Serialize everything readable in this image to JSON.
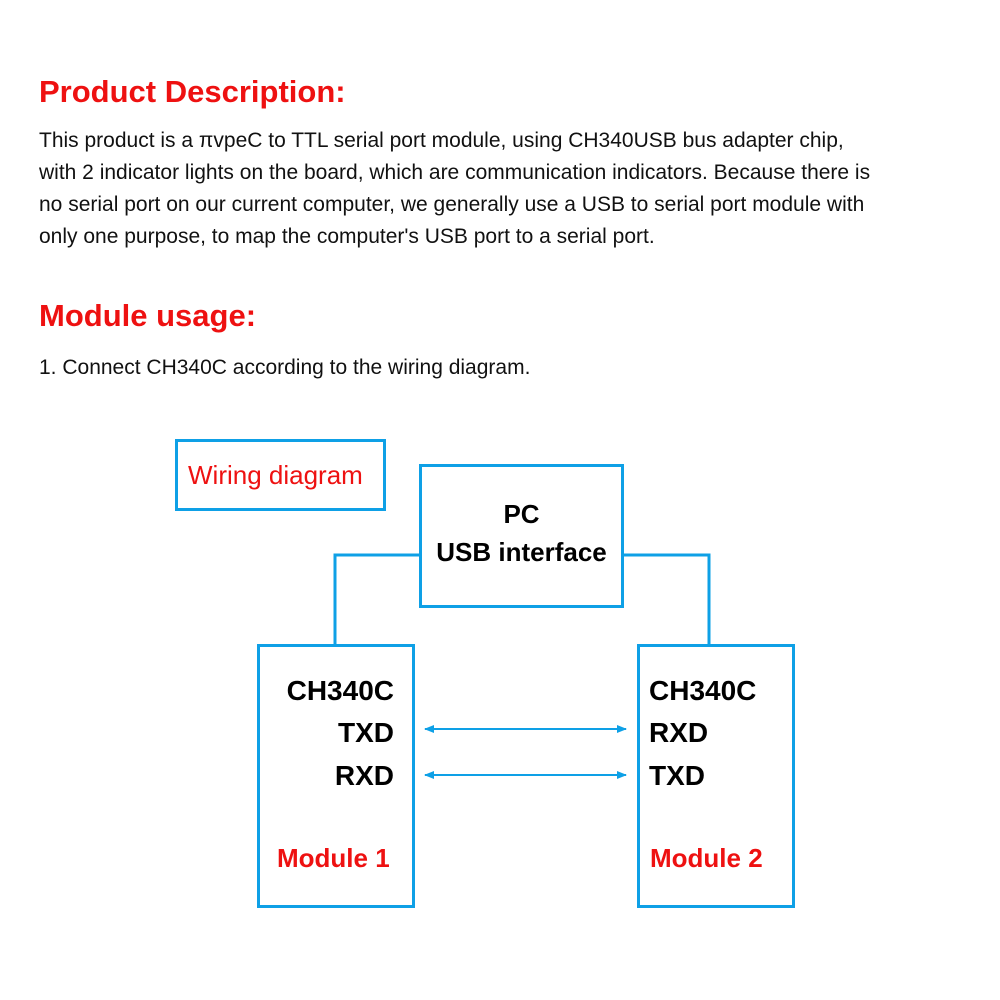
{
  "description": {
    "heading": "Product Description:",
    "lines": [
      "This product is a πvpeC to TTL serial port module, using CH340USB bus adapter chip,",
      "with 2 indicator lights on the board, which are communication indicators. Because there is",
      "no serial port on our current computer, we generally use a USB to serial port module with",
      "only one purpose, to map the computer's USB port to a serial port."
    ]
  },
  "usage": {
    "heading": "Module usage:",
    "step1": "1. Connect CH340C according to the wiring diagram."
  },
  "diagram": {
    "label": "Wiring diagram",
    "pc": {
      "line1": "PC",
      "line2": "USB interface"
    },
    "module1": {
      "chip": "CH340C",
      "pin1": "TXD",
      "pin2": "RXD",
      "name": "Module 1"
    },
    "module2": {
      "chip": "CH340C",
      "pin1": "RXD",
      "pin2": "TXD",
      "name": "Module 2"
    },
    "line_color": "#0ea0e6",
    "accent": "#ee1111"
  }
}
